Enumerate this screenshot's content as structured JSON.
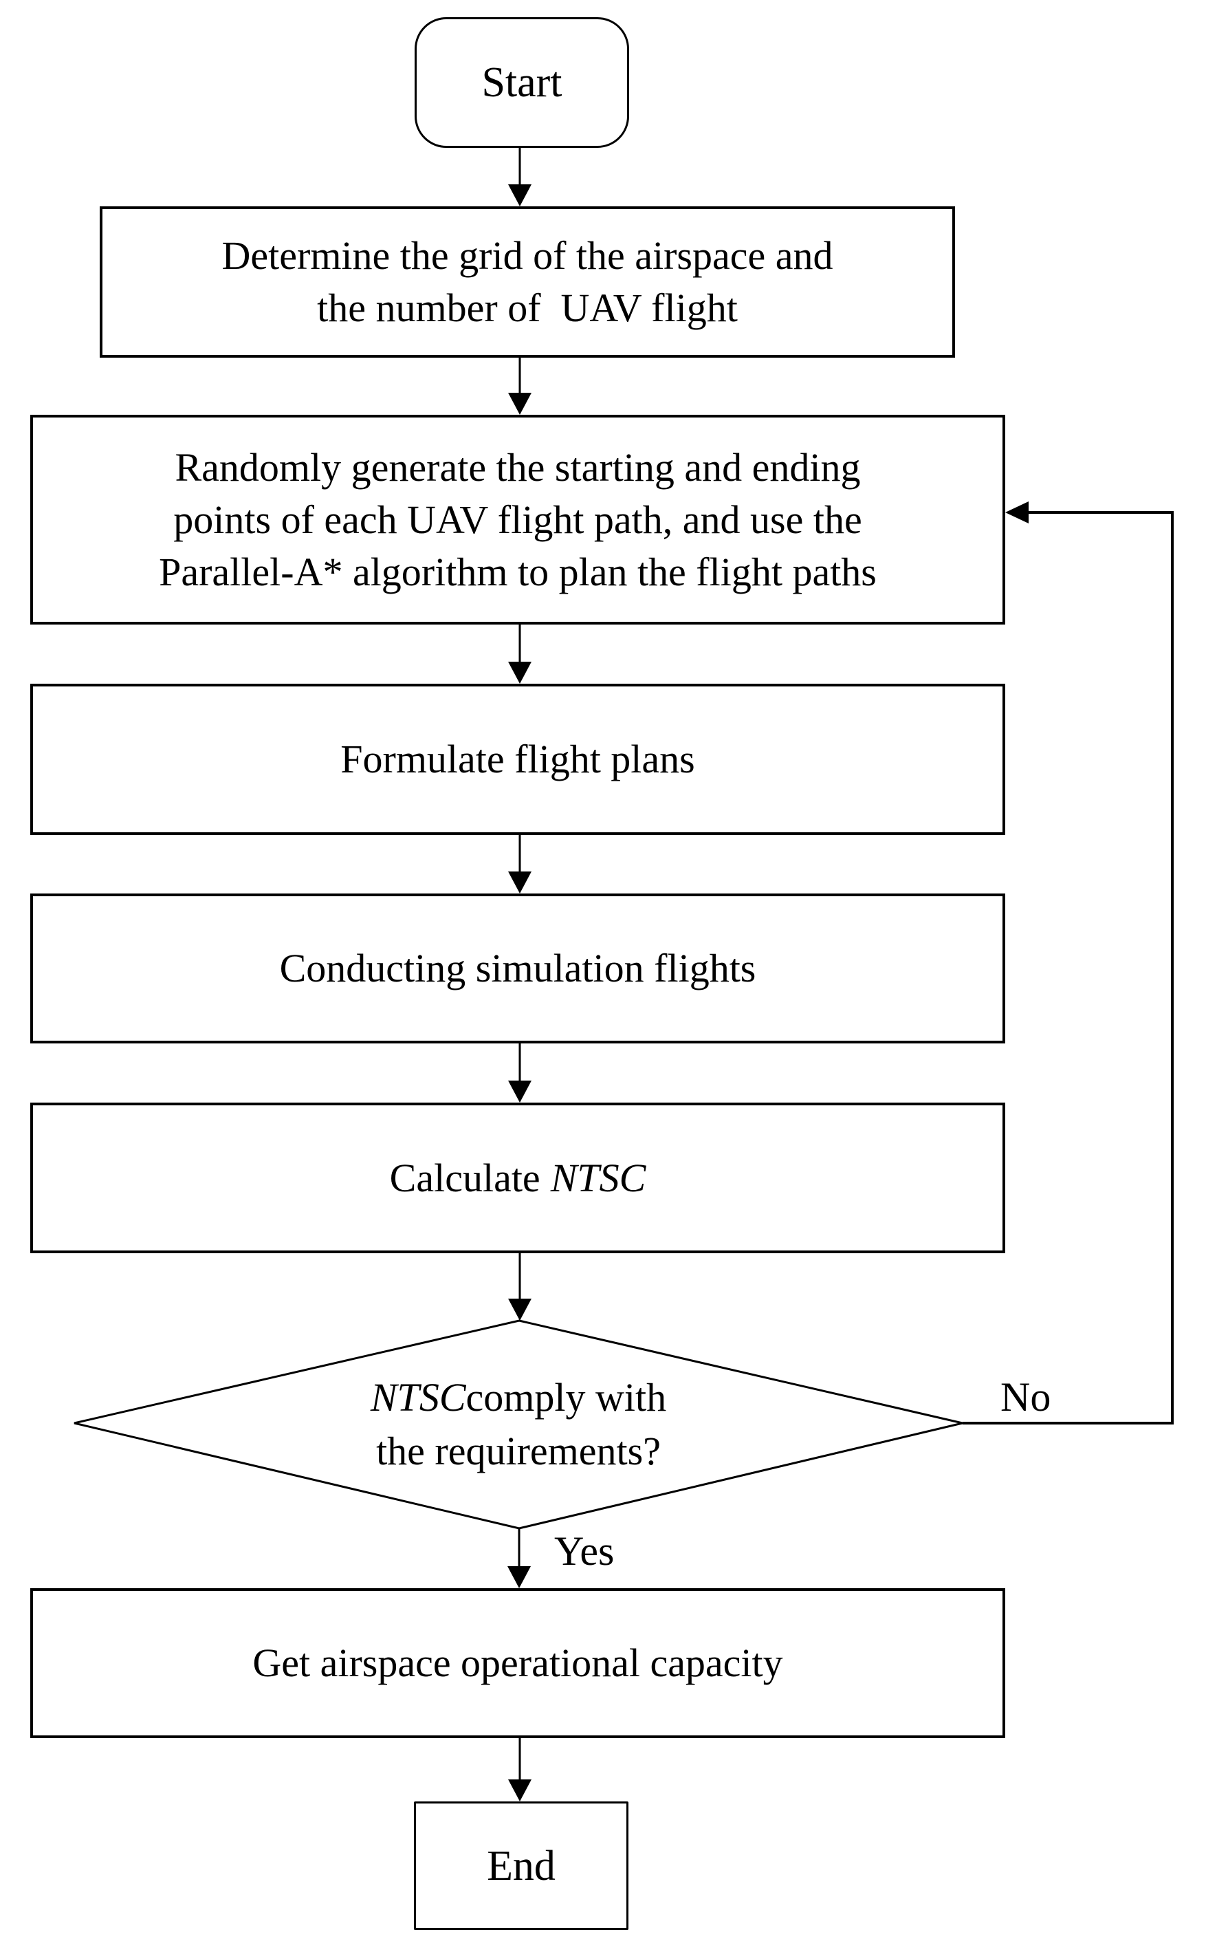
{
  "page": {
    "background": "#ffffff"
  },
  "flowchart": {
    "nodes": {
      "start": "Start",
      "determine": "Determine the grid of the airspace and\nthe number of  UAV flight",
      "generate": "Randomly generate the starting and ending\npoints of each UAV flight path, and use the\nParallel-A* algorithm to plan the flight paths",
      "formulate": "Formulate flight plans",
      "simulate": "Conducting simulation flights",
      "calculate_prefix": "Calculate",
      "calculate_italic": "NTSC",
      "decision_italic": "NTSC",
      "decision_line1_rest": "comply with",
      "decision_line2": "the requirements?",
      "capacity": "Get airspace operational capacity",
      "end": "End"
    },
    "edge_labels": {
      "yes": "Yes",
      "no": "No"
    },
    "colors": {
      "stroke": "#000000",
      "fill": "#ffffff",
      "text": "#000000"
    }
  }
}
